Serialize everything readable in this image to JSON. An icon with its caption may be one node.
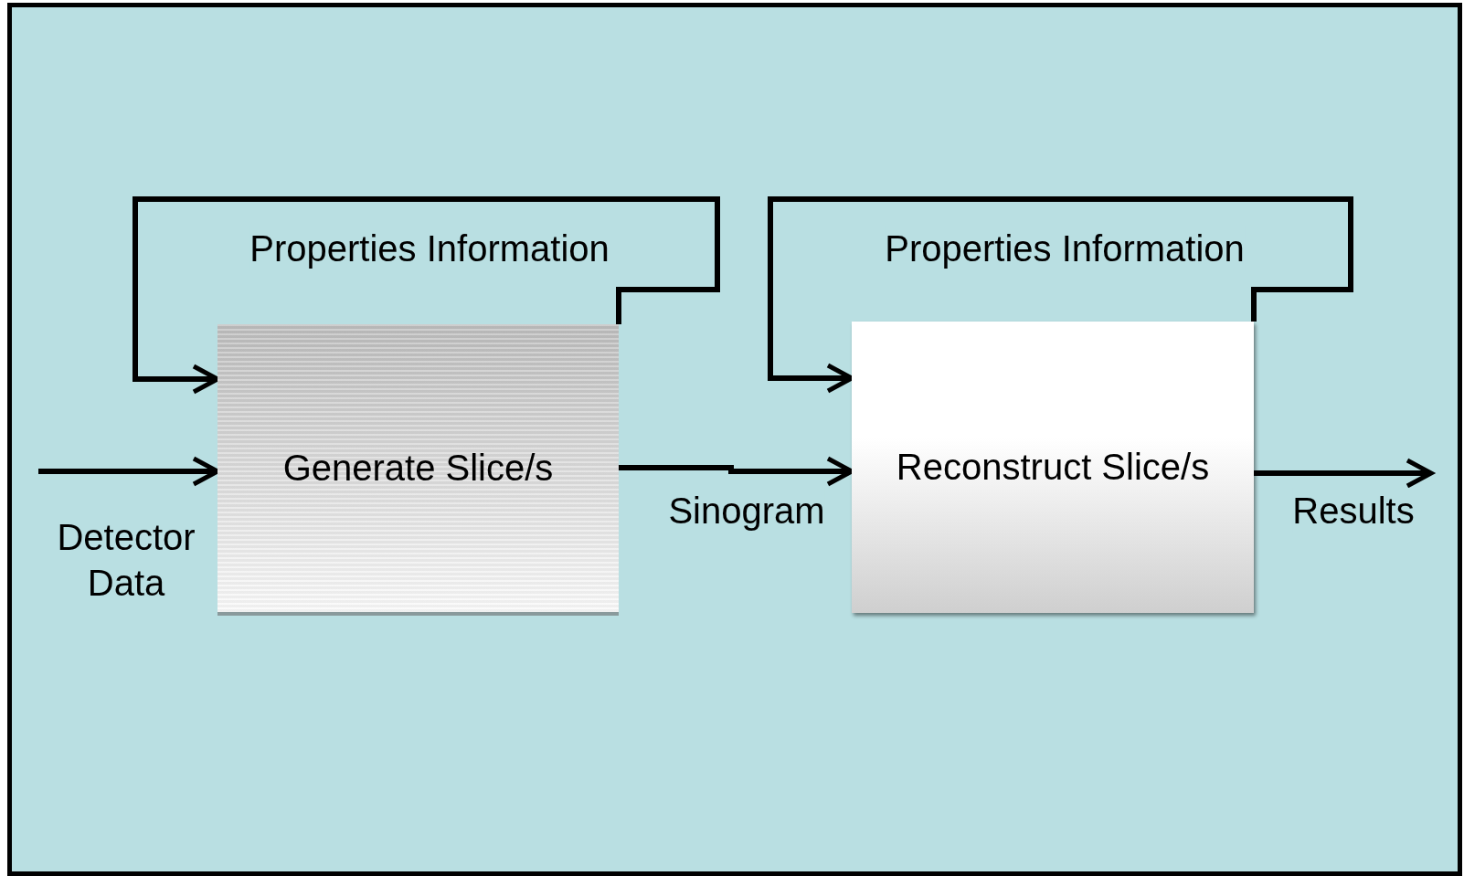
{
  "diagram": {
    "nodes": [
      {
        "text": [
          "Generate Slice/s"
        ]
      },
      {
        "text": [
          "Reconstruct Slice/s"
        ]
      }
    ],
    "edges": [
      {
        "from": null,
        "to": 0,
        "arrow": "to",
        "label": "Detector Data"
      },
      {
        "from": 0,
        "to": 0,
        "arrow": "to",
        "label": "Properties Information"
      },
      {
        "from": 0,
        "to": 1,
        "arrow": "to",
        "label": "Sinogram"
      },
      {
        "from": 1,
        "to": 1,
        "arrow": "to",
        "label": "Properties Information"
      },
      {
        "from": 1,
        "to": null,
        "arrow": "to",
        "label": "Results"
      }
    ]
  }
}
